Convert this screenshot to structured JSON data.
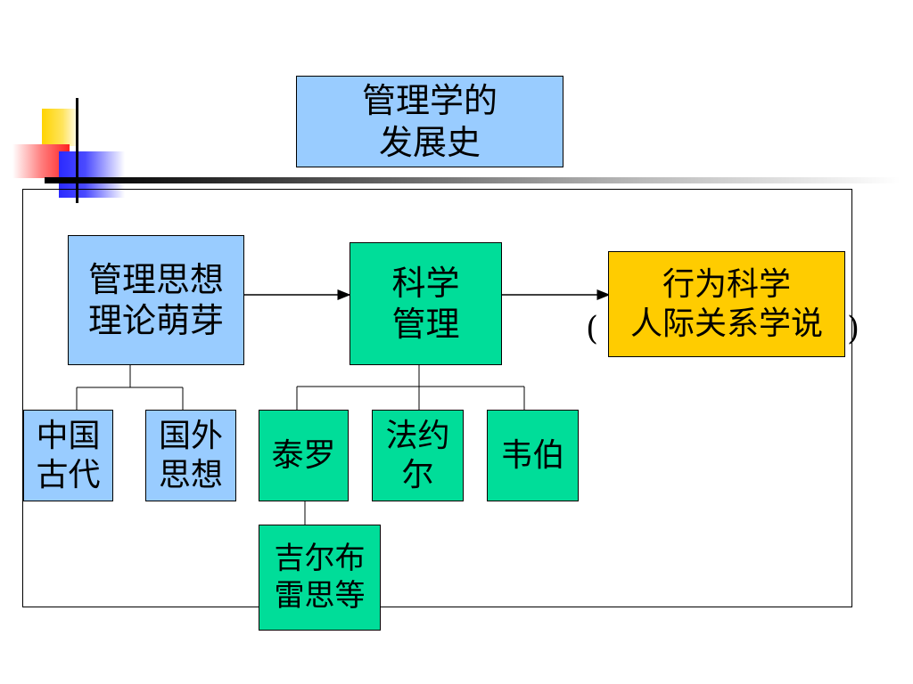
{
  "title": "管理学的\n发展史",
  "nodes": {
    "sprout": "管理思想\n理论萌芽",
    "china": "中国\n古代",
    "foreign": "国外\n思想",
    "scientific": "科学\n管理",
    "taylor": "泰罗",
    "fayol": "法约\n尔",
    "weber": "韦伯",
    "gilbreth": "吉尔布\n雷思等",
    "behavioral": "行为科学\n人际关系学说"
  },
  "behavioral_parens": {
    "open": "(",
    "close": ")"
  },
  "colors": {
    "blue": "#99ccff",
    "green": "#00dd99",
    "gold": "#ffcc00"
  }
}
